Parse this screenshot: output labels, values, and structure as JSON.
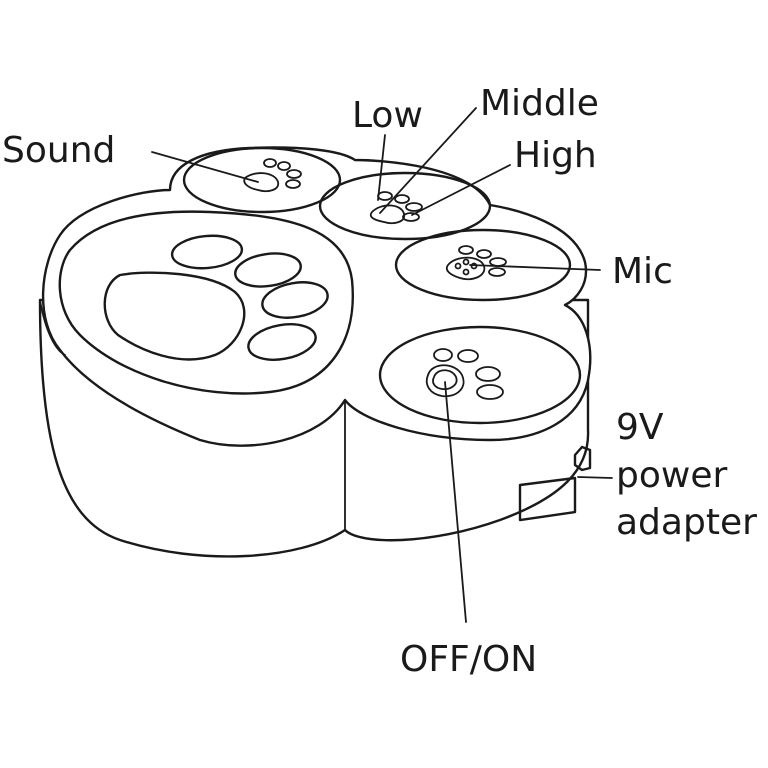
{
  "labels": {
    "sound": "Sound",
    "low": "Low",
    "middle": "Middle",
    "high": "High",
    "mic": "Mic",
    "power_line1": "9V",
    "power_line2": "power",
    "power_line3": "adapter",
    "off_on": "OFF/ON"
  },
  "colors": {
    "ink": "#1a1a1a",
    "background": "#ffffff"
  }
}
